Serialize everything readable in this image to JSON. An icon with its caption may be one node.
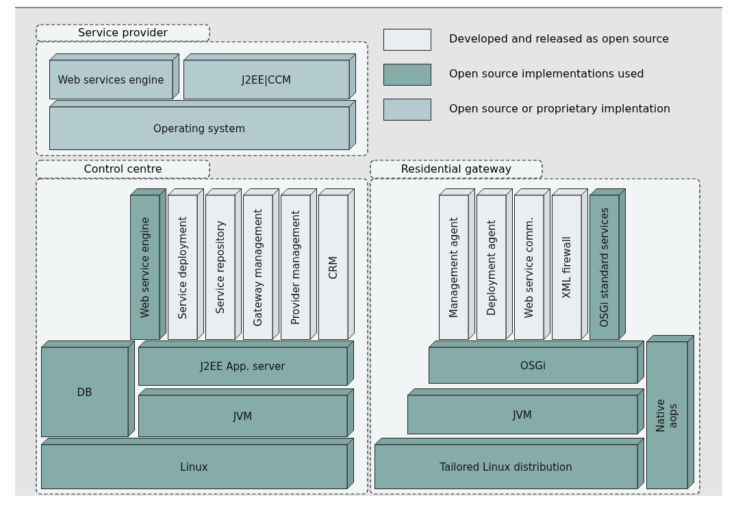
{
  "diagram": {
    "nodes": [
      {
        "text": [
          "Service provider"
        ]
      },
      {
        "text": [
          "Web services engine"
        ],
        "in": 0
      },
      {
        "text": [
          "J2EE|CCM"
        ],
        "in": 0
      },
      {
        "text": [
          "Operating system"
        ],
        "in": 0
      },
      {
        "text": [
          "Control centre"
        ]
      },
      {
        "text": [
          "Web service engine"
        ],
        "in": 4
      },
      {
        "text": [
          "Service deployment"
        ],
        "in": 4
      },
      {
        "text": [
          "Service repository"
        ],
        "in": 4
      },
      {
        "text": [
          "Gateway management"
        ],
        "in": 4
      },
      {
        "text": [
          "Provider management"
        ],
        "in": 4
      },
      {
        "text": [
          "CRM"
        ],
        "in": 4
      },
      {
        "text": [
          "DB"
        ],
        "in": 4
      },
      {
        "text": [
          "J2EE App. server"
        ],
        "in": 4
      },
      {
        "text": [
          "JVM"
        ],
        "in": 4
      },
      {
        "text": [
          "Linux"
        ],
        "in": 4
      },
      {
        "text": [
          "Residential gateway"
        ]
      },
      {
        "text": [
          "Management agent"
        ],
        "in": 15
      },
      {
        "text": [
          "Deployment agent"
        ],
        "in": 15
      },
      {
        "text": [
          "Web service comm."
        ],
        "in": 15
      },
      {
        "text": [
          "XML firewall"
        ],
        "in": 15
      },
      {
        "text": [
          "OSGi standard services"
        ],
        "in": 15
      },
      {
        "text": [
          "OSGi"
        ],
        "in": 15
      },
      {
        "text": [
          "JVM"
        ],
        "in": 15
      },
      {
        "text": [
          "Native aops"
        ],
        "in": 15
      },
      {
        "text": [
          "Tailored Linux distribution"
        ],
        "in": 15
      }
    ],
    "legend": [
      {
        "text": "Developed and released as open source",
        "color": "#e9eff1"
      },
      {
        "text": "Open source implementations used",
        "color": "#85aca9"
      },
      {
        "text": "Open source or proprietary implentation",
        "color": "#b3cbcf"
      }
    ]
  }
}
